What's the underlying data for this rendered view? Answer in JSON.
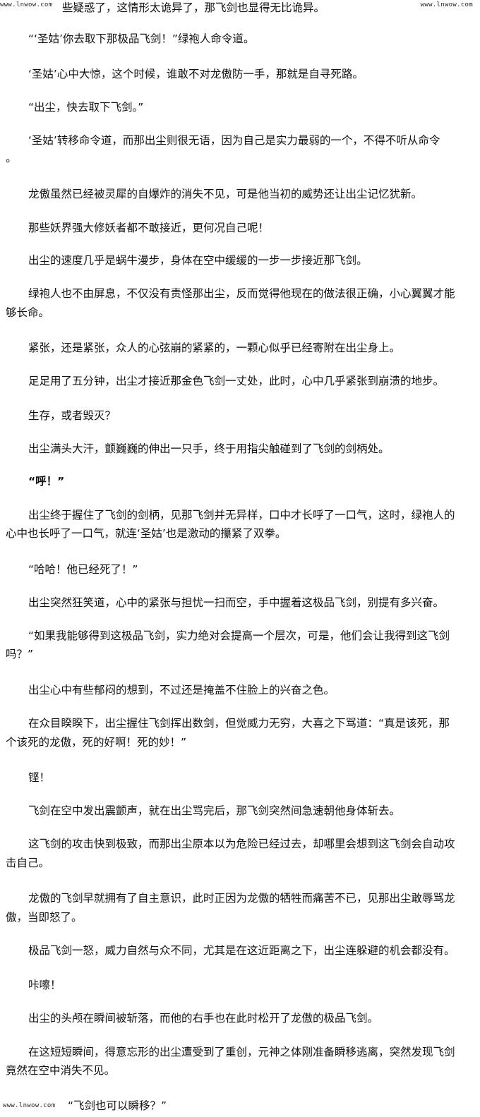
{
  "watermarks": {
    "top_left": "www.lnwow.com",
    "top_right": "www.lnwow.com",
    "bottom_left": "www.lnwow.com"
  },
  "lines": [
    "些疑惑了，这情形太诡异了，那飞剑也显得无比诡异。",
    "“‘圣姑’你去取下那极品飞剑！”绿袍人命令道。",
    "‘圣姑’心中大惊，这个时候，谁敢不对龙傲防一手，那就是自寻死路。",
    "“出尘，快去取下飞剑。”",
    "‘圣姑’转移命令道，而那出尘则很无语，因为自己是实力最弱的一个，不得不听从命令",
    "。",
    "龙傲虽然已经被灵犀的自爆炸的消失不见，可是他当初的威势还让出尘记忆犹新。",
    "那些妖界强大修妖者都不敢接近，更何况自己呢！",
    "出尘的速度几乎是蜗牛漫步，身体在空中缓缓的一步一步接近那飞剑。",
    "绿袍人也不由屏息，不仅没有责怪那出尘，反而觉得他现在的做法很正确，小心翼翼才能",
    "够长命。",
    "紧张，还是紧张，众人的心弦崩的紧紧的，一颗心似乎已经寄附在出尘身上。",
    "足足用了五分钟，出尘才接近那金色飞剑一丈处，此时，心中几乎紧张到崩溃的地步。",
    "生存，或者毁灭？",
    "出尘满头大汗，颤巍巍的伸出一只手，终于用指尖触碰到了飞剑的剑柄处。",
    "“呼！”",
    "出尘终于握住了飞剑的剑柄，见那飞剑并无异样，口中才长呼了一口气，这时，绿袍人的",
    "心中也长呼了一口气，就连‘圣姑’也是激动的攥紧了双拳。",
    "“哈哈！他已经死了！”",
    "出尘突然狂笑道，心中的紧张与担忧一扫而空，手中握着这极品飞剑，别提有多兴奋。",
    "“如果我能够得到这极品飞剑，实力绝对会提高一个层次，可是，他们会让我得到这飞剑",
    "吗？”",
    "出尘心中有些郁闷的想到，不过还是掩盖不住脸上的兴奋之色。",
    "在众目睽睽下，出尘握住飞剑挥出数剑，但觉威力无穷，大喜之下骂道：“真是该死，那",
    "个该死的龙傲，死的好啊！死的妙！”",
    "铿！",
    "飞剑在空中发出震颤声，就在出尘骂完后，那飞剑突然间急速朝他身体斩去。",
    "这飞剑的攻击快到极致，而那出尘原本以为危险已经过去，却哪里会想到这飞剑会自动攻",
    "击自己。",
    "龙傲的飞剑早就拥有了自主意识，此时正因为龙傲的牺牲而痛苦不已，见那出尘敢辱骂龙",
    "傲，当即怒了。",
    "极品飞剑一怒，威力自然与众不同，尤其是在这近距离之下，出尘连躲避的机会都没有。",
    "咔嚓！",
    "出尘的头颅在瞬间被斩落，而他的右手也在此时松开了龙傲的极品飞剑。",
    "在这短短瞬间，得意忘形的出尘遭受到了重创，元神之体刚准备瞬移逃离，突然发现飞剑",
    "竟然在空中消失不见。",
    "“飞剑也可以瞬移？”"
  ]
}
